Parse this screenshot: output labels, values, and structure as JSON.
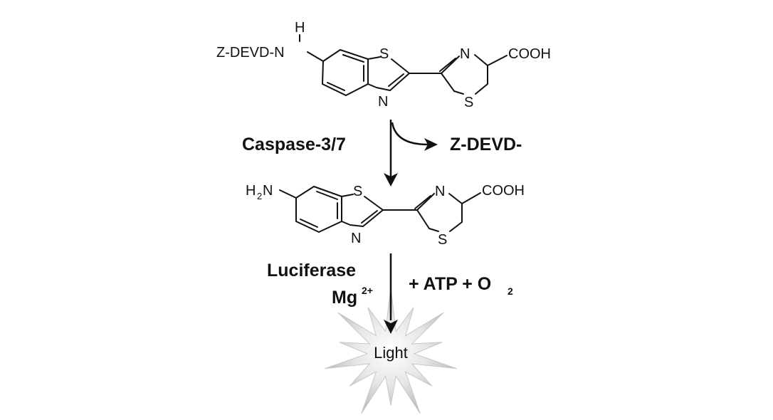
{
  "substrate": {
    "h_atom": "H",
    "amide_left": "Z-DEVD-N",
    "ring_s1": "S",
    "ring_n1": "N",
    "ring_n2": "N",
    "ring_s2": "S",
    "acid": "COOH"
  },
  "cleavage": {
    "enzyme": "Caspase-3/7",
    "product": "Z-DEVD-"
  },
  "aminoluciferin": {
    "amine_h": "H",
    "amine_sub": "2",
    "amine_n": "N",
    "ring_s1": "S",
    "ring_n1": "N",
    "ring_n2": "N",
    "ring_s2": "S",
    "acid": "COOH"
  },
  "reaction": {
    "enzyme": "Luciferase",
    "cofactor": "Mg",
    "cofactor_charge": "2+",
    "reagents": "+ ATP + O",
    "reagents_sub": "2"
  },
  "output": {
    "label": "Light",
    "burst_color": "#c8c8c8"
  }
}
